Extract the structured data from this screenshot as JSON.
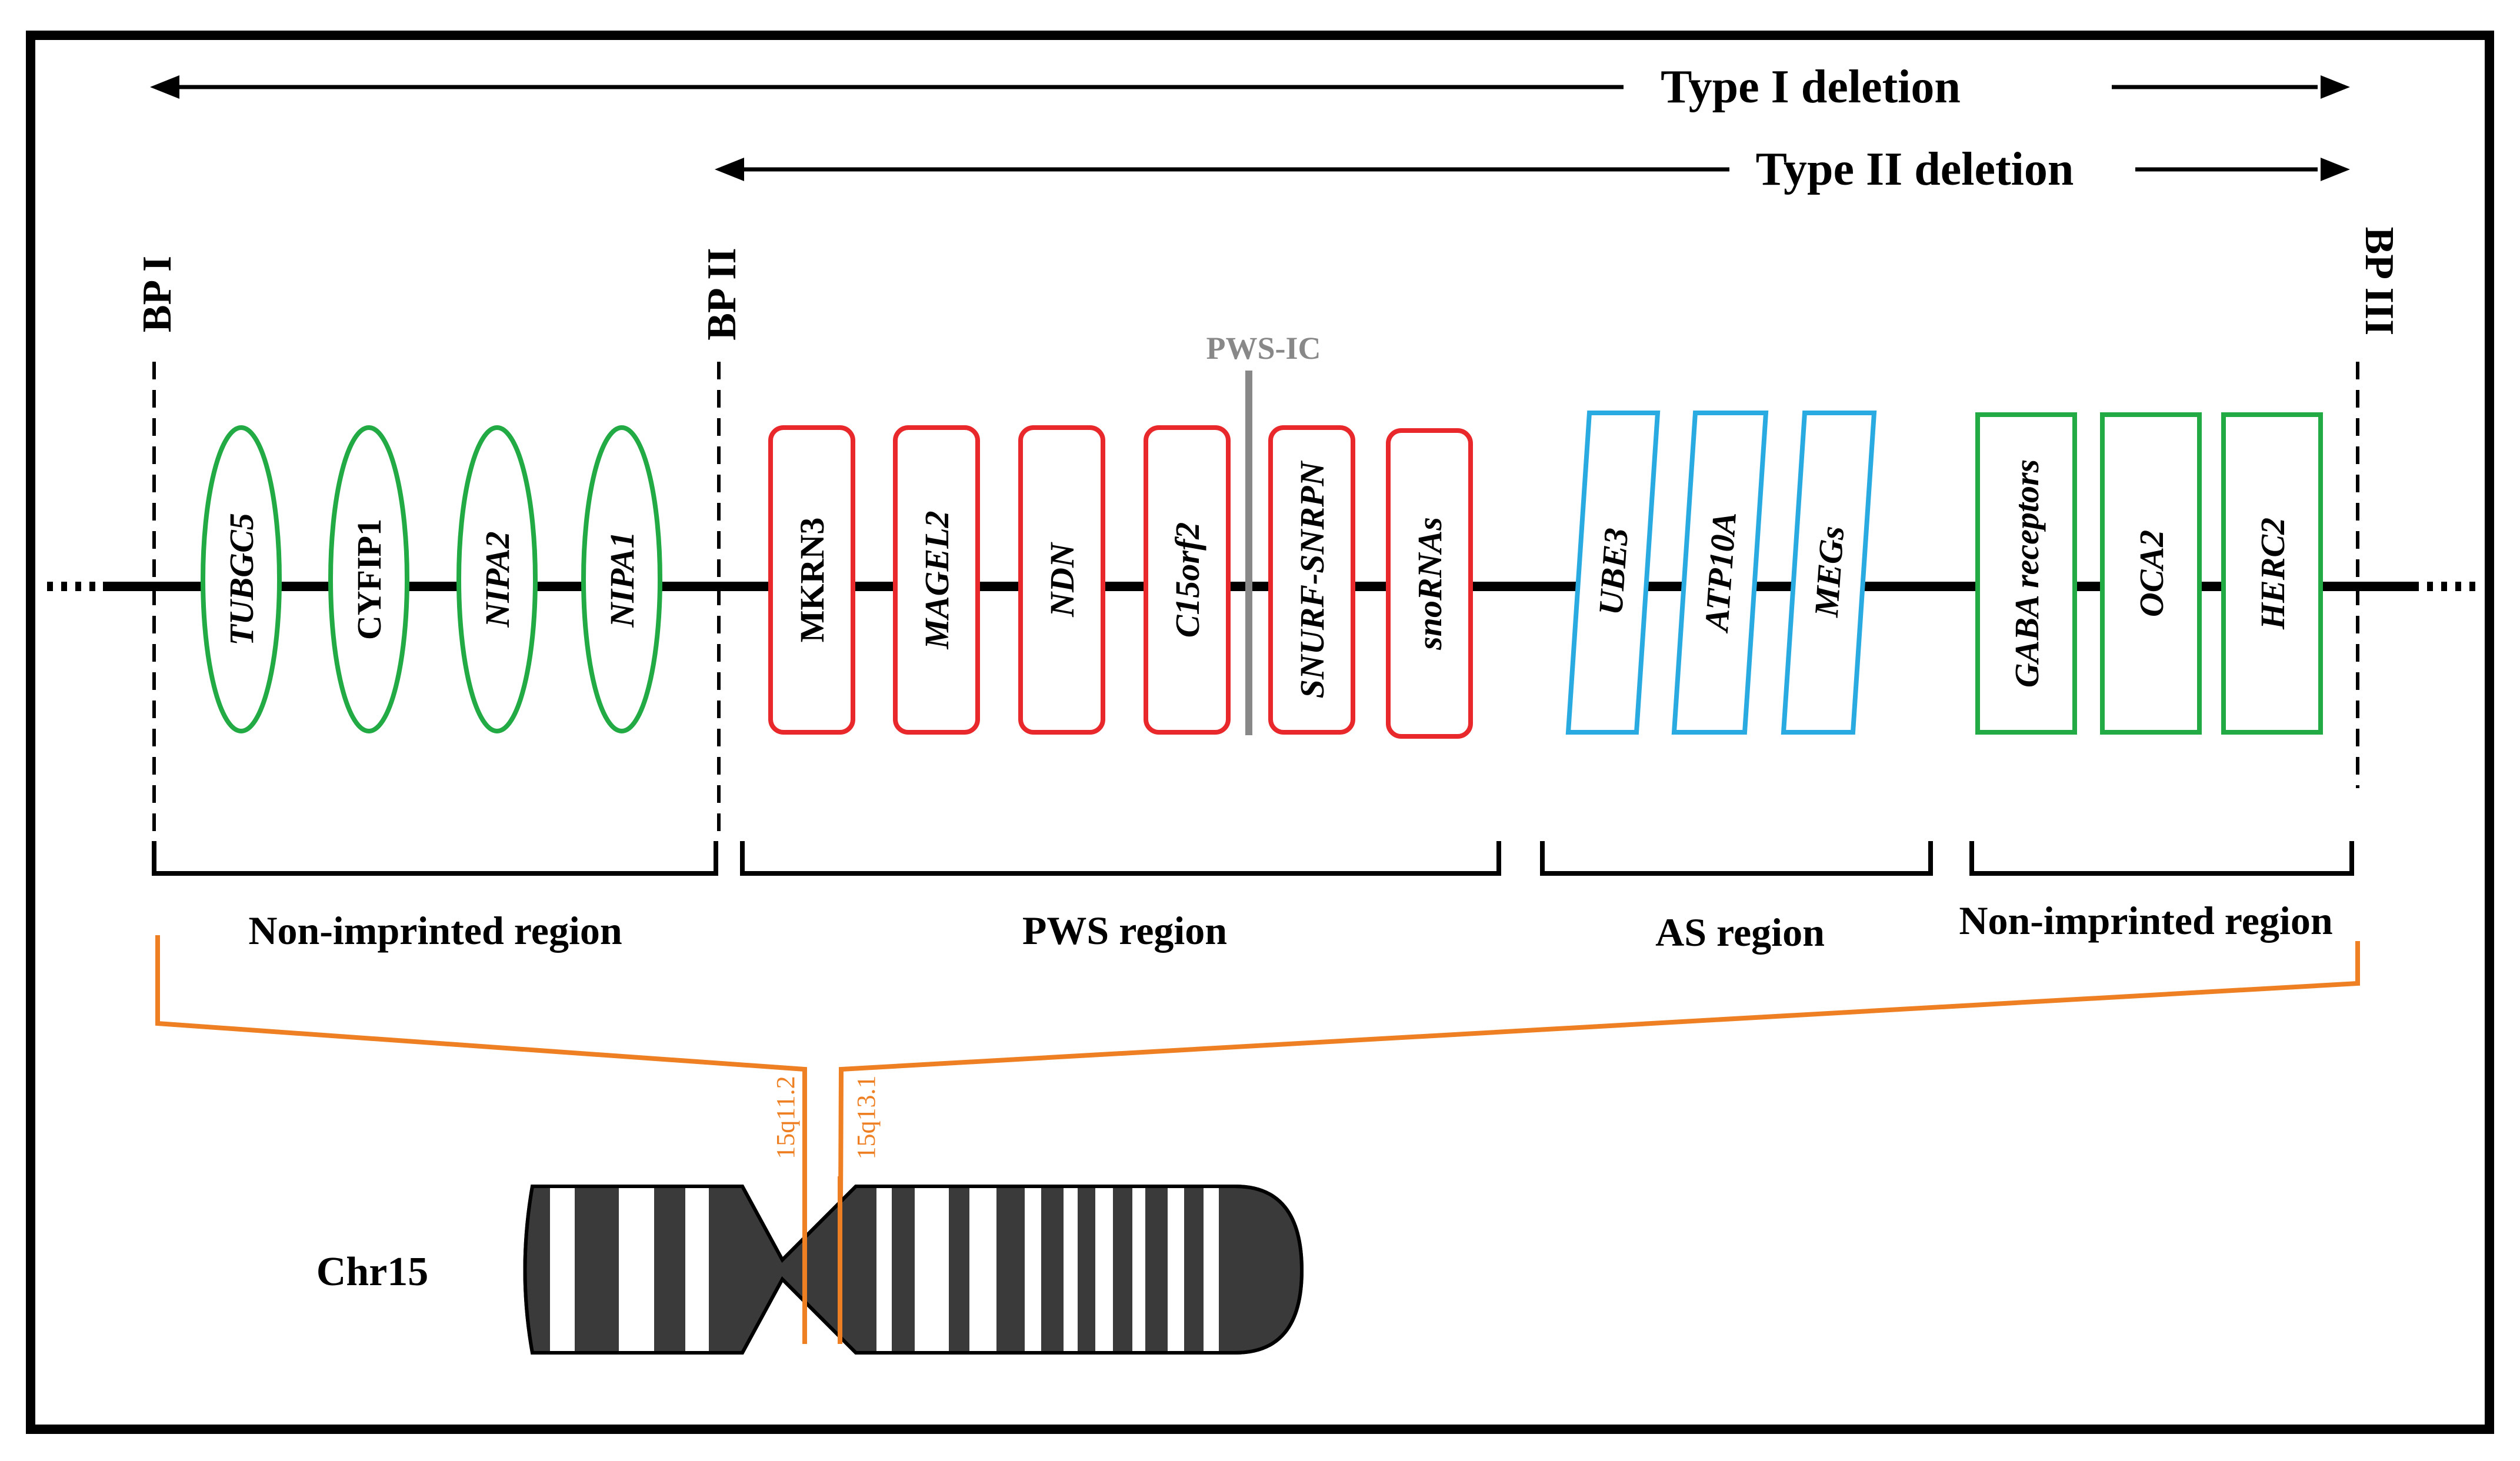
{
  "deletions": {
    "type1": "Type I deletion",
    "type2": "Type II deletion"
  },
  "breakpoints": [
    "BP I",
    "BP II",
    "BP III"
  ],
  "pws_ic": "PWS-IC",
  "genes": {
    "non_imprinted_1": [
      "TUBGC5",
      "CYFIP1",
      "NIPA2",
      "NIPA1"
    ],
    "pws": [
      "MKRN3",
      "MAGEL2",
      "NDN",
      "C15orf2",
      "SNURF-SNRPN",
      "snoRNAs"
    ],
    "as": [
      "UBE3",
      "ATP10A",
      "MEGs"
    ],
    "non_imprinted_2": [
      "GABA receptors",
      "OCA2",
      "HERC2"
    ]
  },
  "regions": [
    "Non-imprinted region",
    "PWS region",
    "AS region",
    "Non-imprinted region"
  ],
  "bands": [
    "15q11.2",
    "15q13.1"
  ],
  "chromosome": "Chr15",
  "colors": {
    "non_imprinted": "#22aa44",
    "pws": "#e8282b",
    "as": "#29abe2",
    "pws_ic": "#888888",
    "zoom": "#ee7f22"
  }
}
